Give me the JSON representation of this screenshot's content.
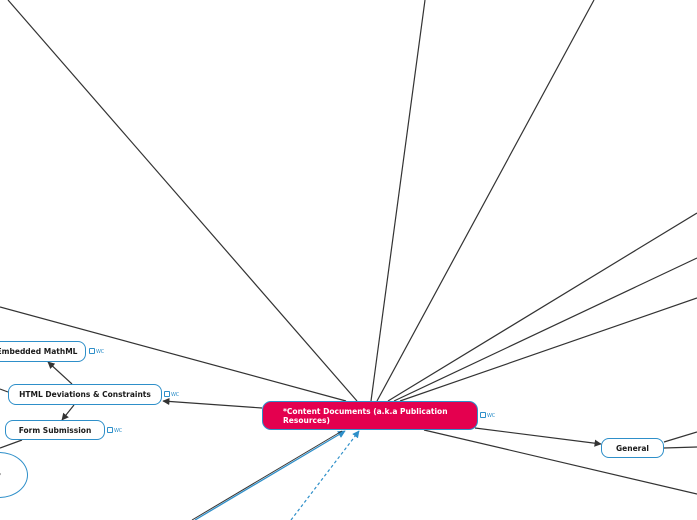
{
  "mindmap": {
    "central": {
      "label": "*Content Documents (a.k.a Publication Resources)"
    },
    "nodes": {
      "html_deviations": {
        "label": "HTML Deviations & Constraints"
      },
      "embedded_mathml": {
        "label": "Embedded MathML"
      },
      "form_submission": {
        "label": "Form Submission"
      },
      "general": {
        "label": "General"
      },
      "partial_bubble": {
        "label": "y"
      }
    },
    "badges": {
      "central": "WC",
      "html_deviations": "WC",
      "embedded_mathml": "WC",
      "form_submission": "WC"
    },
    "colors": {
      "central_fill": "#e4004f",
      "node_border": "#2e8fc9",
      "link_line": "#333333",
      "dashed_link": "#2e8fc9"
    }
  }
}
